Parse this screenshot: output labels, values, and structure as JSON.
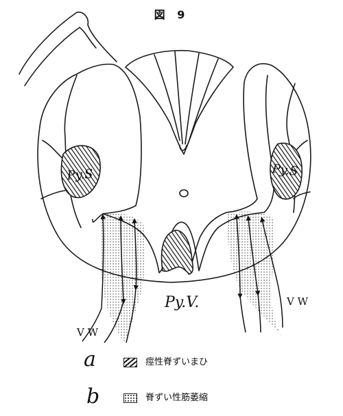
{
  "figure": {
    "title": "図 9"
  },
  "labels": {
    "pys_left": "Py.S",
    "pys_right": "Py.S",
    "pyv": "Py.V.",
    "vw_left": "V W",
    "vw_right": "V W"
  },
  "legend": {
    "items": [
      {
        "letter": "a",
        "pattern": "hatched",
        "text": "痙性脊ずいまひ"
      },
      {
        "letter": "b",
        "pattern": "dotted",
        "text": "脊ずい性筋萎縮"
      }
    ]
  },
  "colors": {
    "ink": "#1a1a1a",
    "background": "#ffffff"
  }
}
